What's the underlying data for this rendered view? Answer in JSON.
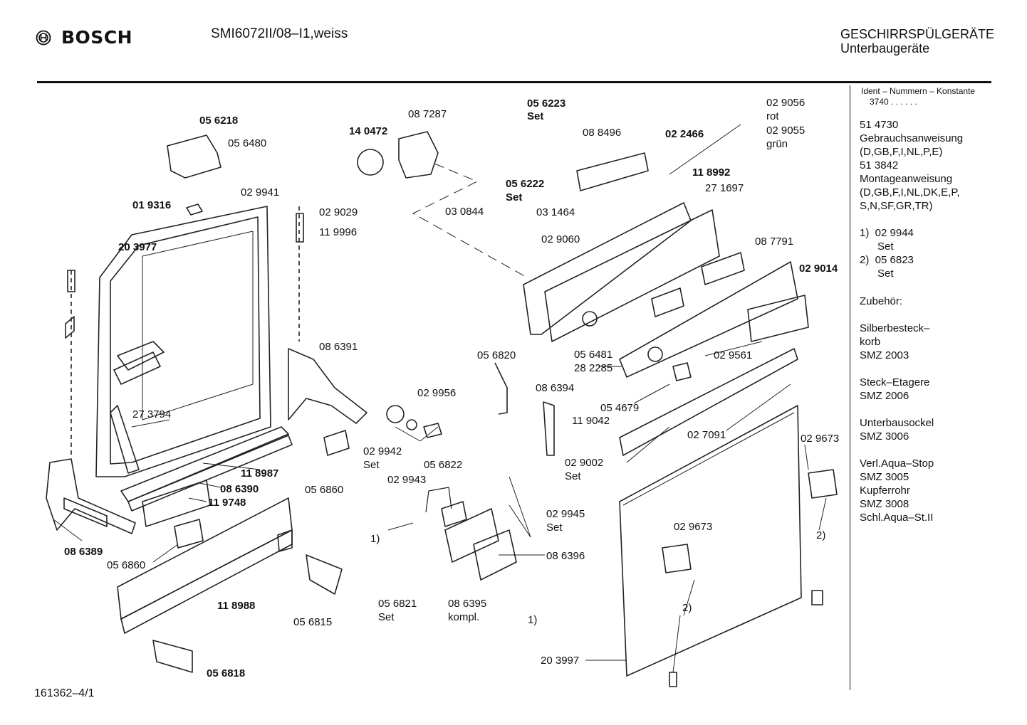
{
  "header": {
    "brand": "BOSCH",
    "model": "SMI6072II/08–I1,weiss",
    "category_line1": "GESCHIRRSPÜLGERÄTE",
    "category_line2": "Unterbaugeräte"
  },
  "footer": {
    "drawing_number": "161362–4/1"
  },
  "sidebar": {
    "ident_label": "Ident – Nummern – Konstante",
    "ident_value": "3740 . . . . . .",
    "entries": [
      "51 4730",
      "Gebrauchsanweisung",
      "(D,GB,F,I,NL,P,E)",
      "51 3842",
      "Montageanweisung",
      "(D,GB,F,I,NL,DK,E,P,",
      "S,N,SF,GR,TR)",
      "1)  02 9944",
      "      Set",
      "2)  05 6823",
      "      Set",
      "Zubehör:",
      "Silberbesteck–",
      "korb",
      "SMZ 2003",
      "Steck–Etagere",
      "SMZ 2006",
      "Unterbausockel",
      "SMZ 3006",
      "Verl.Aqua–Stop",
      "SMZ 3005",
      "Kupferrohr",
      "SMZ 3008",
      "Schl.Aqua–St.II"
    ]
  },
  "labels": [
    {
      "text": "05 6218",
      "bold": true
    },
    {
      "text": "05 6480",
      "bold": false
    },
    {
      "text": "01 9316",
      "bold": true
    },
    {
      "text": "20 3977",
      "bold": true
    },
    {
      "text": "02 9941",
      "bold": false
    },
    {
      "text": "02 9029",
      "bold": false
    },
    {
      "text": "11 9996",
      "bold": false
    },
    {
      "text": "14 0472",
      "bold": true
    },
    {
      "text": "08 7287",
      "bold": false
    },
    {
      "text": "05 6223",
      "bold": true
    },
    {
      "text": "Set",
      "bold": true
    },
    {
      "text": "05 6222",
      "bold": true
    },
    {
      "text": "Set",
      "bold": true
    },
    {
      "text": "08 8496",
      "bold": false
    },
    {
      "text": "02 9056",
      "bold": false
    },
    {
      "text": "rot",
      "bold": false
    },
    {
      "text": "02 9055",
      "bold": false
    },
    {
      "text": "grün",
      "bold": false
    },
    {
      "text": "02 2466",
      "bold": true
    },
    {
      "text": "11 8992",
      "bold": true
    },
    {
      "text": "27 1697",
      "bold": false
    },
    {
      "text": "03 0844",
      "bold": false
    },
    {
      "text": "03 1464",
      "bold": false
    },
    {
      "text": "02 9060",
      "bold": false
    },
    {
      "text": "08 7791",
      "bold": false
    },
    {
      "text": "02 9014",
      "bold": true
    },
    {
      "text": "08 6391",
      "bold": false
    },
    {
      "text": "27 3794",
      "bold": false
    },
    {
      "text": "05 6820",
      "bold": false
    },
    {
      "text": "02 9956",
      "bold": false
    },
    {
      "text": "08 6394",
      "bold": false
    },
    {
      "text": "05 6481",
      "bold": false
    },
    {
      "text": "28 2285",
      "bold": false
    },
    {
      "text": "02 9561",
      "bold": false
    },
    {
      "text": "05 4679",
      "bold": false
    },
    {
      "text": "11 9042",
      "bold": false
    },
    {
      "text": "02 9942",
      "bold": false
    },
    {
      "text": "Set",
      "bold": false
    },
    {
      "text": "02 7091",
      "bold": false
    },
    {
      "text": "02 9673",
      "bold": false
    },
    {
      "text": "11 8987",
      "bold": true
    },
    {
      "text": "05 6822",
      "bold": false
    },
    {
      "text": "02 9943",
      "bold": false
    },
    {
      "text": "02 9002",
      "bold": false
    },
    {
      "text": "Set",
      "bold": false
    },
    {
      "text": "05 6860",
      "bold": false
    },
    {
      "text": "08 6390",
      "bold": true
    },
    {
      "text": "11 9748",
      "bold": true
    },
    {
      "text": "1)",
      "bold": false
    },
    {
      "text": "02 9945",
      "bold": false
    },
    {
      "text": "Set",
      "bold": false
    },
    {
      "text": "02 9673",
      "bold": false
    },
    {
      "text": "2)",
      "bold": false
    },
    {
      "text": "08 6389",
      "bold": true
    },
    {
      "text": "05 6860",
      "bold": false
    },
    {
      "text": "08 6396",
      "bold": false
    },
    {
      "text": "11 8988",
      "bold": true
    },
    {
      "text": "05 6815",
      "bold": false
    },
    {
      "text": "05 6821",
      "bold": false
    },
    {
      "text": "Set",
      "bold": false
    },
    {
      "text": "08 6395",
      "bold": false
    },
    {
      "text": "kompl.",
      "bold": false
    },
    {
      "text": "1)",
      "bold": false
    },
    {
      "text": "2)",
      "bold": false
    },
    {
      "text": "20 3997",
      "bold": false
    },
    {
      "text": "05 6818",
      "bold": true
    }
  ]
}
